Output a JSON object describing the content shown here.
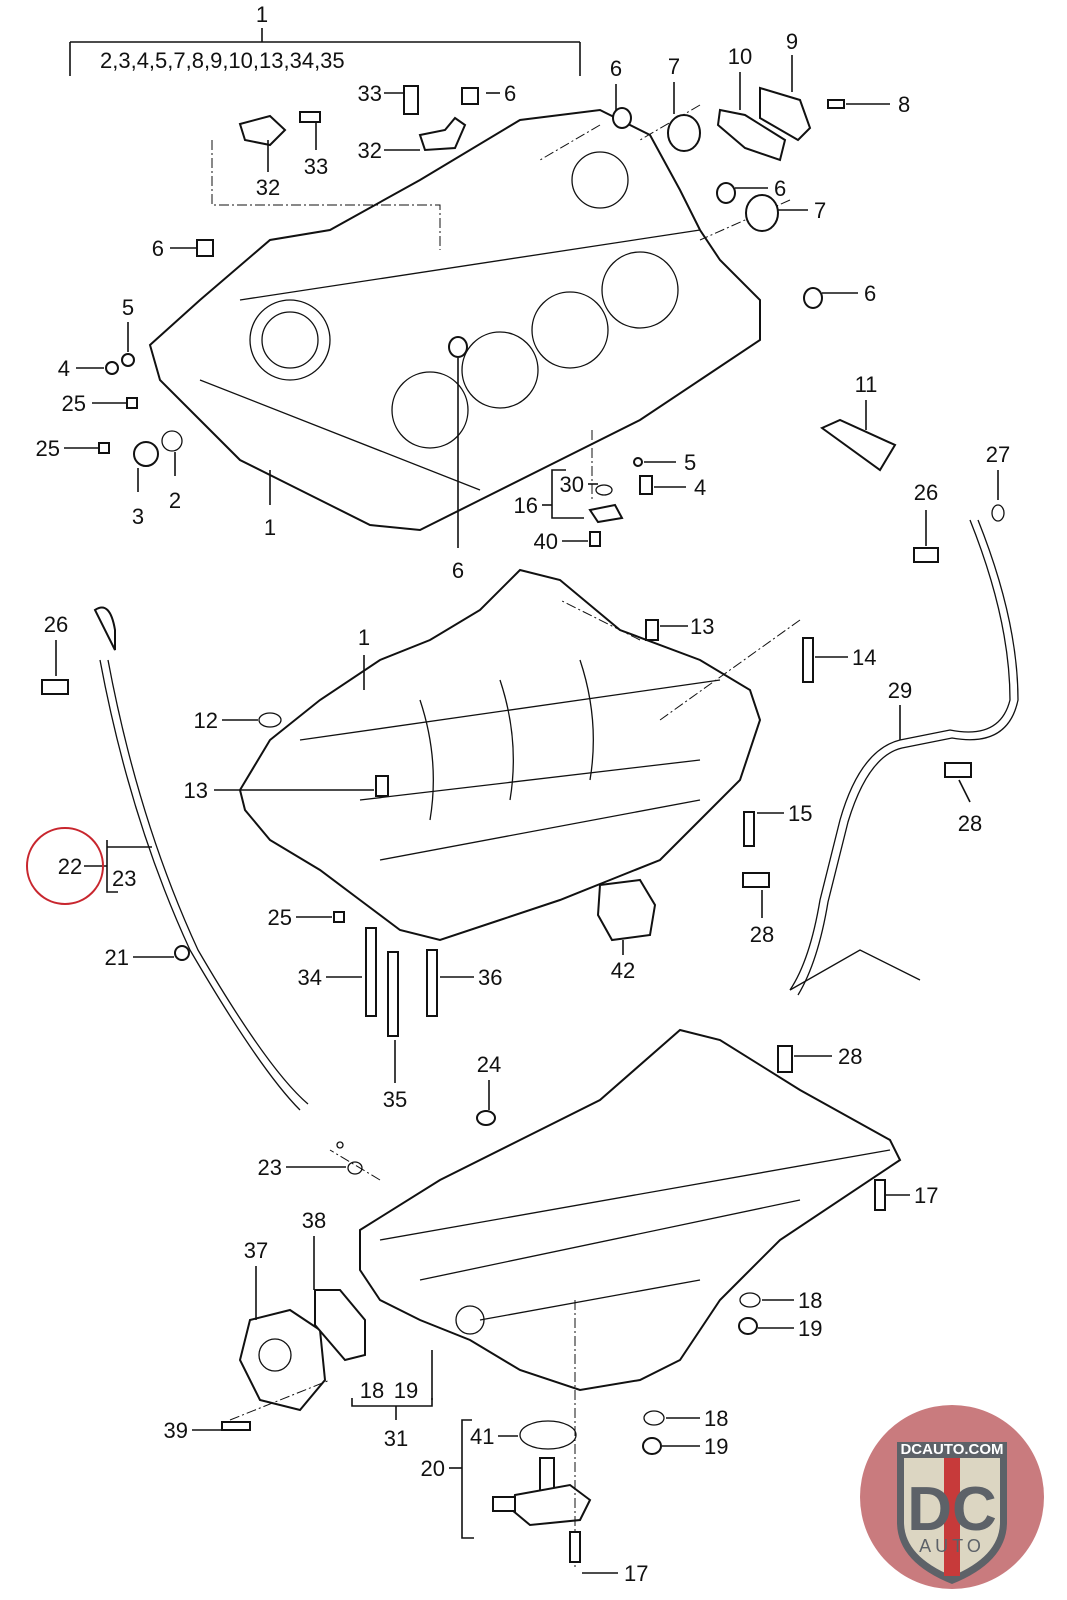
{
  "diagram": {
    "title_callout": {
      "number": "1",
      "includes": "2,3,4,5,7,8,9,10,13,34,35"
    },
    "highlight": {
      "label": "22",
      "color": "#c8262e"
    },
    "callouts": [
      {
        "id": "c33a",
        "text": "33"
      },
      {
        "id": "c6a",
        "text": "6"
      },
      {
        "id": "c32a",
        "text": "32"
      },
      {
        "id": "c32b",
        "text": "32"
      },
      {
        "id": "c33b",
        "text": "33"
      },
      {
        "id": "c6b",
        "text": "6"
      },
      {
        "id": "c7a",
        "text": "7"
      },
      {
        "id": "c10",
        "text": "10"
      },
      {
        "id": "c9",
        "text": "9"
      },
      {
        "id": "c8",
        "text": "8"
      },
      {
        "id": "c6c",
        "text": "6"
      },
      {
        "id": "c7b",
        "text": "7"
      },
      {
        "id": "c6d",
        "text": "6"
      },
      {
        "id": "c6e",
        "text": "6"
      },
      {
        "id": "c5a",
        "text": "5"
      },
      {
        "id": "c4a",
        "text": "4"
      },
      {
        "id": "c25a",
        "text": "25"
      },
      {
        "id": "c25b",
        "text": "25"
      },
      {
        "id": "c3",
        "text": "3"
      },
      {
        "id": "c2",
        "text": "2"
      },
      {
        "id": "c1b",
        "text": "1"
      },
      {
        "id": "c6f",
        "text": "6"
      },
      {
        "id": "c11",
        "text": "11"
      },
      {
        "id": "c27",
        "text": "27"
      },
      {
        "id": "c26a",
        "text": "26"
      },
      {
        "id": "c5b",
        "text": "5"
      },
      {
        "id": "c4b",
        "text": "4"
      },
      {
        "id": "c30",
        "text": "30"
      },
      {
        "id": "c16",
        "text": "16"
      },
      {
        "id": "c40",
        "text": "40"
      },
      {
        "id": "c26b",
        "text": "26"
      },
      {
        "id": "c1c",
        "text": "1"
      },
      {
        "id": "c13a",
        "text": "13"
      },
      {
        "id": "c14",
        "text": "14"
      },
      {
        "id": "c29",
        "text": "29"
      },
      {
        "id": "c12",
        "text": "12"
      },
      {
        "id": "c13b",
        "text": "13"
      },
      {
        "id": "c15",
        "text": "15"
      },
      {
        "id": "c28a",
        "text": "28"
      },
      {
        "id": "c23a",
        "text": "23"
      },
      {
        "id": "c28b",
        "text": "28"
      },
      {
        "id": "c25c",
        "text": "25"
      },
      {
        "id": "c21",
        "text": "21"
      },
      {
        "id": "c42",
        "text": "42"
      },
      {
        "id": "c34",
        "text": "34"
      },
      {
        "id": "c36",
        "text": "36"
      },
      {
        "id": "c35",
        "text": "35"
      },
      {
        "id": "c28c",
        "text": "28"
      },
      {
        "id": "c24",
        "text": "24"
      },
      {
        "id": "c23b",
        "text": "23"
      },
      {
        "id": "c17a",
        "text": "17"
      },
      {
        "id": "c38",
        "text": "38"
      },
      {
        "id": "c37",
        "text": "37"
      },
      {
        "id": "c18a",
        "text": "18"
      },
      {
        "id": "c19a",
        "text": "19"
      },
      {
        "id": "c18b",
        "text": "18"
      },
      {
        "id": "c19b",
        "text": "19"
      },
      {
        "id": "c31",
        "text": "31"
      },
      {
        "id": "c39",
        "text": "39"
      },
      {
        "id": "c41",
        "text": "41"
      },
      {
        "id": "c20",
        "text": "20"
      },
      {
        "id": "c18c",
        "text": "18"
      },
      {
        "id": "c19c",
        "text": "19"
      },
      {
        "id": "c17b",
        "text": "17"
      }
    ]
  },
  "watermark": {
    "site": "DCAUTO.COM",
    "monogram": "DC",
    "brand": "AUTO",
    "colors": {
      "circle": "#c97b7e",
      "shield": "#dcd6c2",
      "dark": "#5d6268",
      "red": "#c73a3a"
    }
  }
}
